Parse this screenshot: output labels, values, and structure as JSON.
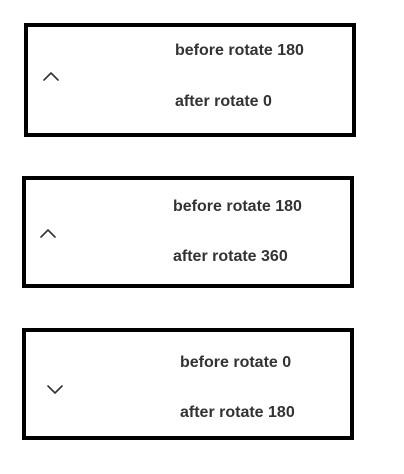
{
  "cards": [
    {
      "icon": "chevron-up-icon",
      "before_label": "before rotate 180",
      "after_label": "after rotate 0"
    },
    {
      "icon": "chevron-up-icon",
      "before_label": "before rotate 180",
      "after_label": "after rotate 360"
    },
    {
      "icon": "chevron-down-icon",
      "before_label": "before rotate 0",
      "after_label": "after rotate 180"
    }
  ],
  "colors": {
    "border": "#000000",
    "text": "#333333",
    "icon": "#333333"
  }
}
